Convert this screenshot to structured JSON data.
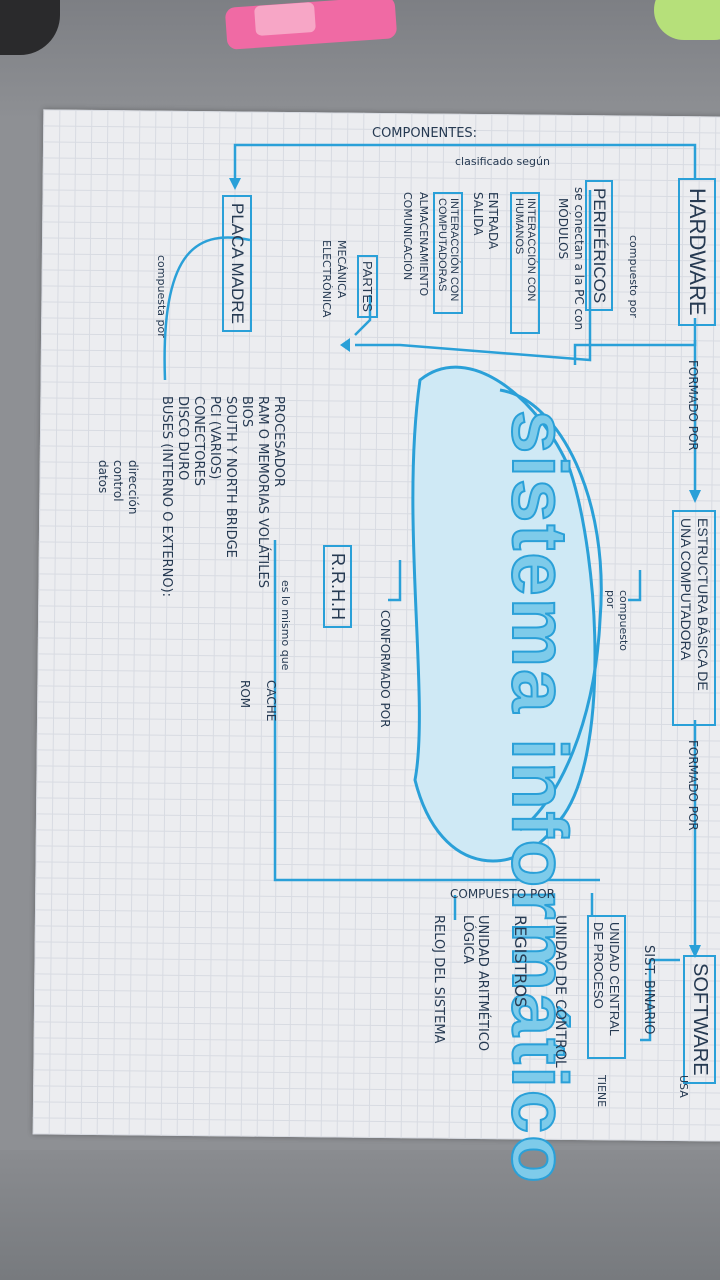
{
  "title": "sistema informático",
  "hardware": {
    "label": "HARDWARE",
    "components_arrow": "COMPONENTES:",
    "composed_by": "compuesto por",
    "perifericos": {
      "label": "PERIFÉRICOS",
      "note": "se conectan a la PC con",
      "modulos": "MÓDULOS"
    },
    "classified": "clasificado según",
    "class_items": [
      "INTERACCIÓN CON HUMANOS",
      "ENTRADA",
      "SALIDA",
      "INTERACCIÓN CON COMPUTADORAS",
      "ALMACENAMIENTO",
      "COMUNICACIÓN"
    ],
    "partes": {
      "label": "PARTES",
      "items": [
        "MECÁNICA",
        "ELECTRÓNICA"
      ]
    },
    "placa": {
      "label": "PLACA MADRE",
      "composed_by": "compuesta por"
    },
    "placa_items": [
      "PROCESADOR",
      "RAM O MEMORIAS VOLÁTILES",
      "BIOS",
      "SOUTH Y NORTH BRIDGE",
      "PCI (VARIOS)",
      "CONECTORES",
      "DISCO DURO",
      "BUSES (INTERNO O EXTERNO):"
    ],
    "same_as": "es lo mismo que",
    "same_items": [
      "CACHE",
      "ROM"
    ],
    "bus_items": [
      "dirección",
      "control",
      "datos"
    ]
  },
  "formed_by_1": "FORMADO POR",
  "estructura": {
    "label": "ESTRUCTURA BÁSICA DE UNA COMPUTADORA",
    "composed_by": "compuesto por"
  },
  "rrhh": {
    "label": "R.R.H.H",
    "formed": "CONFORMADO POR"
  },
  "formed_by_2": "FORMADO POR",
  "software": {
    "label": "SOFTWARE",
    "uses": "USA",
    "binary": "SIST. BINARIO",
    "tiene": "TIENE"
  },
  "cpu": {
    "label": "UNIDAD CENTRAL DE PROCESO",
    "composed_by": "COMPUESTO POR",
    "items": [
      "UNIDAD DE CONTROL",
      "REGISTROS",
      "UNIDAD ARITMÉTICO LÓGICA",
      "RELOJ DEL SISTEMA"
    ]
  },
  "colors": {
    "ink": "#263a52",
    "accent": "#2aa0d8",
    "bubble": "#b8e2f4",
    "paper": "#ecedf0",
    "background": "#8e9094"
  }
}
